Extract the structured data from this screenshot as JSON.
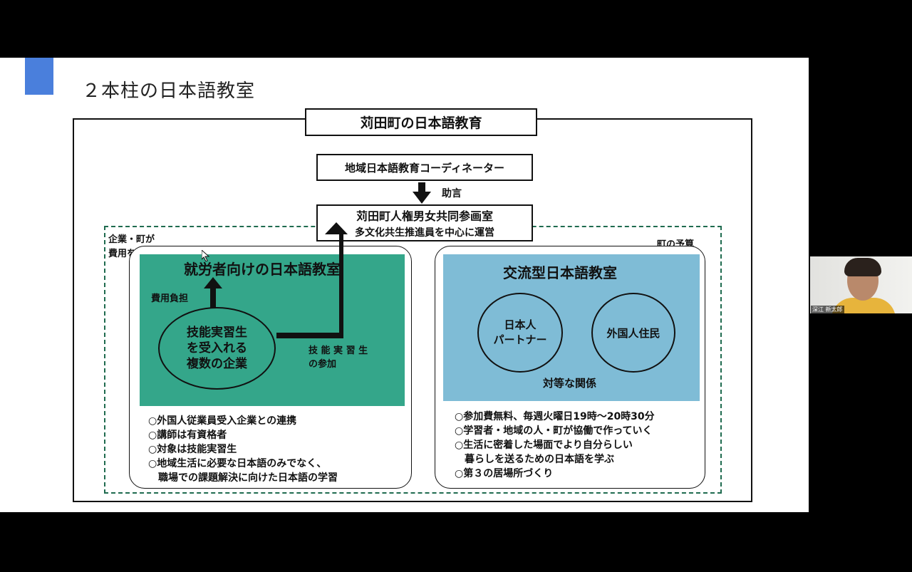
{
  "slide": {
    "title": "２本柱の日本語教室",
    "top_box": "苅田町の日本語教育",
    "coordinator": "地域日本語教育コーディネーター",
    "advice": "助言",
    "office_line1": "苅田町人権男女共同参画室",
    "office_line2": "多文化共生推進員を中心に運営",
    "note_left_1": "企業・町が",
    "note_left_2": "費用を分担",
    "note_right": "町の予算",
    "left": {
      "title": "就労者向けの日本語教室",
      "cost_label": "費用負担",
      "company_1": "技能実習生",
      "company_2": "を受入れる",
      "company_3": "複数の企業",
      "trainee_1": "技 能 実 習 生",
      "trainee_2": "の参加",
      "bullets": [
        "○外国人従業員受入企業との連携",
        "○講師は有資格者",
        "○対象は技能実習生",
        "○地域生活に必要な日本語のみでなく、",
        "　職場での課題解決に向けた日本語の学習"
      ]
    },
    "right": {
      "title": "交流型日本語教室",
      "japanese_1": "日本人",
      "japanese_2": "パートナー",
      "foreign": "外国人住民",
      "equal": "対等な関係",
      "bullets": [
        "○参加費無料、毎週火曜日19時～20時30分",
        "○学習者・地域の人・町が協働で作っていく",
        "○生活に密着した場面でより自分らしい",
        "　暮らしを送るための日本語を学ぶ",
        "○第３の居場所づくり"
      ]
    }
  },
  "webcam": {
    "name": "深江 新太郎"
  },
  "colors": {
    "accent": "#4a7fdc",
    "green": "#34a68a",
    "blue": "#7fbcd6",
    "dashed": "#1f6b4f"
  }
}
